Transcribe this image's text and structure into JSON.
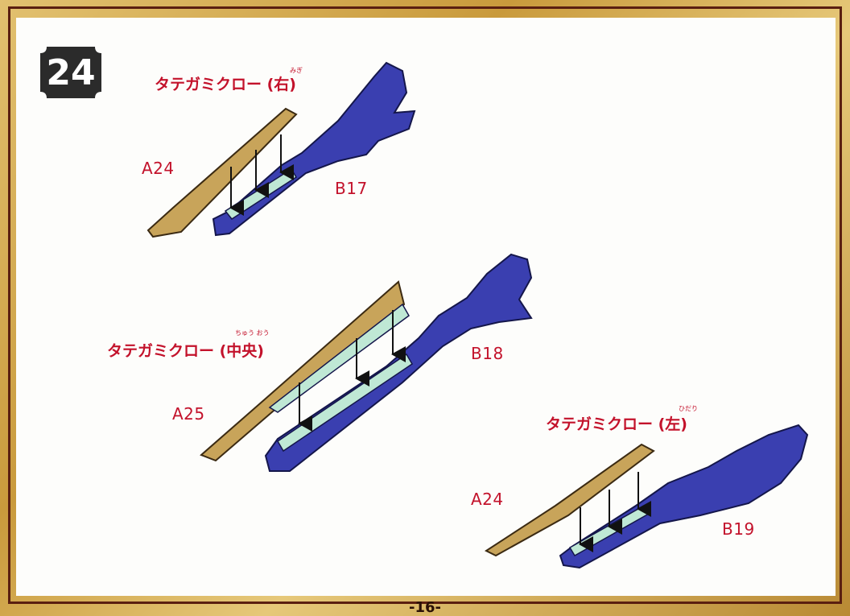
{
  "step": {
    "number": "24"
  },
  "page": {
    "number": "-16-"
  },
  "groups": [
    {
      "name_label": "タテガミクロー (右)",
      "ruby": "みぎ",
      "blade_part": "A24",
      "body_part": "B17"
    },
    {
      "name_label": "タテガミクロー (中央)",
      "ruby": "ちゅう おう",
      "blade_part": "A25",
      "body_part": "B18"
    },
    {
      "name_label": "タテガミクロー (左)",
      "ruby": "ひだり",
      "blade_part": "A24",
      "body_part": "B19"
    }
  ],
  "colors": {
    "label_red": "#c3122b",
    "blade_gold": "#c8a45a",
    "body_blue": "#3a3fb0",
    "joint_mint": "#bfe8d5",
    "frame_brown": "#5a1f10",
    "badge_black": "#2b2b2b"
  }
}
